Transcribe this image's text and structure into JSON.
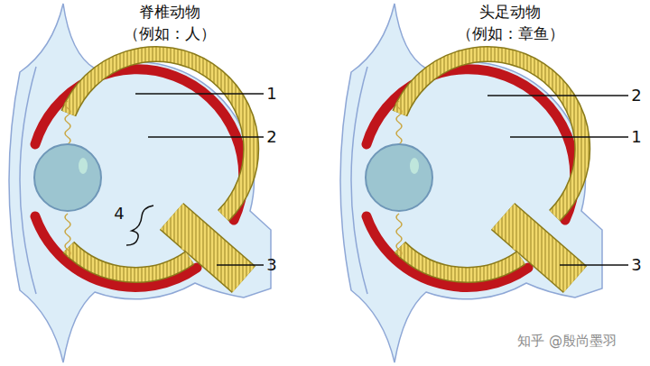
{
  "diagram": {
    "labels": [
      "脊椎动物",
      "（例如：人）",
      "1",
      "2",
      "4",
      "3",
      "头足动物",
      "（例如：章鱼）",
      "2",
      "1",
      "3",
      "知乎 @殷尚墨羽"
    ]
  }
}
